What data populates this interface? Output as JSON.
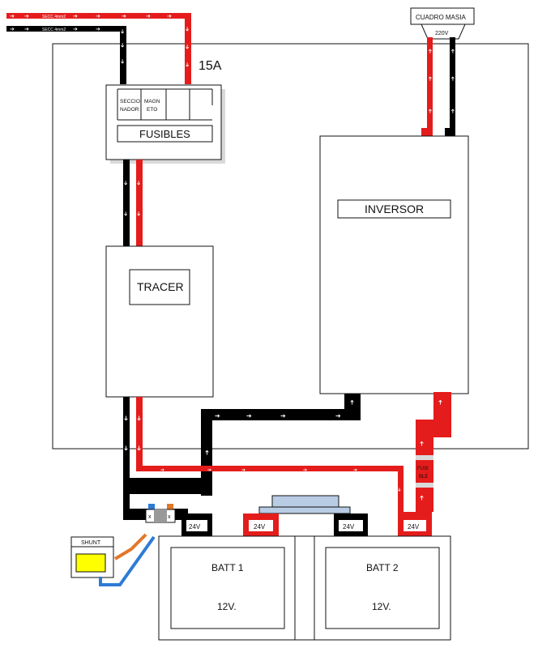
{
  "wires": {
    "red_label": "SECC 4mm2",
    "black_label": "SECC 4mm2"
  },
  "cuadro": {
    "title": "CUADRO MASIA",
    "voltage": "220V"
  },
  "breaker_rating": "15A",
  "panel": {
    "seccionador_line1": "SECCIO",
    "seccionador_line2": "NADOR",
    "magneto_line1": "MAGN",
    "magneto_line2": "ETO",
    "fusibles": "FUSIBLES"
  },
  "tracer": "TRACER",
  "inversor": "INVERSOR",
  "inline_fuse": {
    "line1": "FUSI",
    "line2": "BLE"
  },
  "shunt": "SHUNT",
  "shunt_marks": [
    "x",
    "x"
  ],
  "terminals": [
    "24V",
    "24V",
    "24V",
    "24V"
  ],
  "batteries": [
    {
      "name": "BATT 1",
      "voltage": "12V."
    },
    {
      "name": "BATT 2",
      "voltage": "12V."
    }
  ],
  "colors": {
    "positive": "#e51c1c",
    "negative": "#000000",
    "bridge": "#b8cce4",
    "shunt_box": "#ffff00",
    "shunt_wire_orange": "#e2772a",
    "shunt_wire_blue": "#2e7bd6"
  }
}
